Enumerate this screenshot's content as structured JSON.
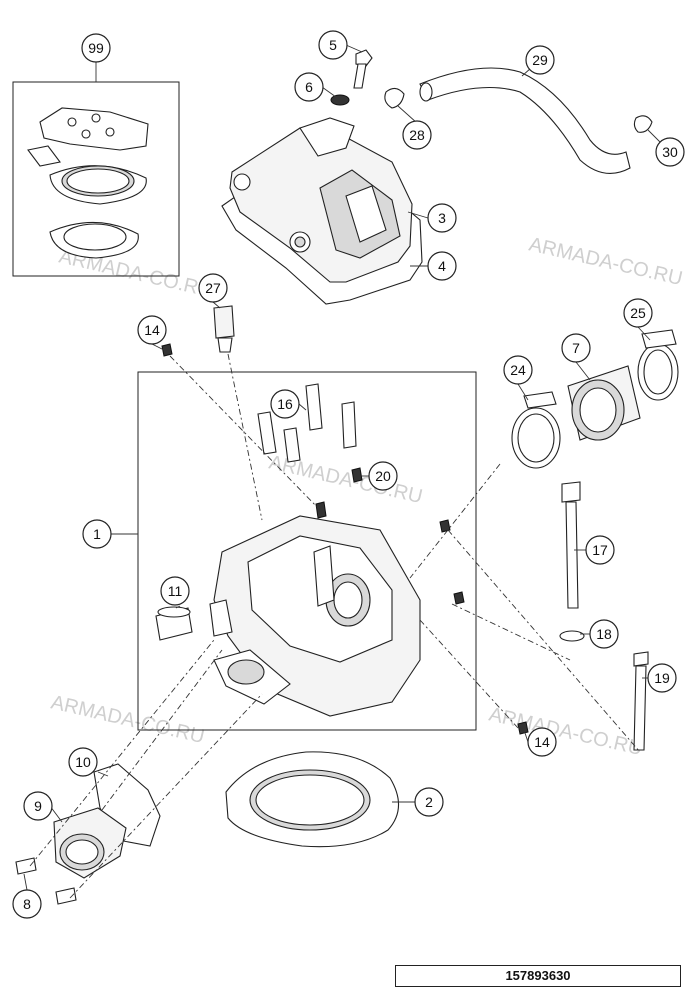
{
  "watermark": "ARMADA-CO.RU",
  "document_number": "157893630",
  "callouts": {
    "c1": "1",
    "c2": "2",
    "c3": "3",
    "c4": "4",
    "c5": "5",
    "c6": "6",
    "c7": "7",
    "c8": "8",
    "c9": "9",
    "c10": "10",
    "c11": "11",
    "c14a": "14",
    "c14b": "14",
    "c16": "16",
    "c17": "17",
    "c18": "18",
    "c19": "19",
    "c20": "20",
    "c24": "24",
    "c25": "25",
    "c27": "27",
    "c28": "28",
    "c29": "29",
    "c30": "30",
    "c99": "99"
  }
}
